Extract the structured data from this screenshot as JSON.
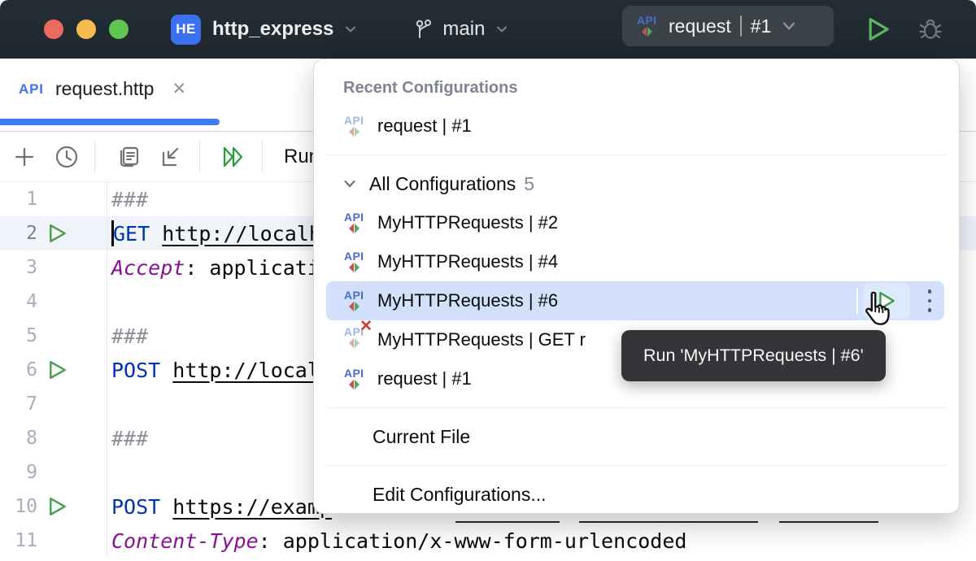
{
  "titlebar": {
    "project_badge": "HE",
    "project_name": "http_express",
    "branch_name": "main",
    "run_config": {
      "name": "request",
      "number": "#1"
    }
  },
  "tabbar": {
    "tab": {
      "label": "request.http",
      "close_glyph": "✕"
    }
  },
  "toolbar": {
    "run_with_label": "Run w"
  },
  "editor": {
    "line_numbers": [
      "1",
      "2",
      "3",
      "4",
      "5",
      "6",
      "7",
      "8",
      "9",
      "10",
      "11"
    ],
    "l1": {
      "comment": "###"
    },
    "l2": {
      "method": "GET",
      "space": " ",
      "url": "http://localh"
    },
    "l3": {
      "header": "Accept",
      "rest": ": applicati"
    },
    "l5": {
      "comment": "###"
    },
    "l6": {
      "method": "POST",
      "space": " ",
      "url": "http://local"
    },
    "l8": {
      "comment": "###"
    },
    "l10": {
      "method": "POST",
      "space": " ",
      "url": "https://examp"
    },
    "l11": {
      "header": "Content-Type",
      "rest": ": application/x-www-form-urlencoded"
    }
  },
  "popup": {
    "header": "Recent Configurations",
    "recent_item": {
      "label": "request | #1"
    },
    "all_header": {
      "label": "All Configurations",
      "count": "5"
    },
    "items": [
      {
        "label": "MyHTTPRequests | #2"
      },
      {
        "label": "MyHTTPRequests | #4"
      },
      {
        "label": "MyHTTPRequests | #6"
      },
      {
        "label": "MyHTTPRequests | GET r"
      },
      {
        "label": "request | #1"
      }
    ],
    "invalid_badge": "✕",
    "current_file": "Current File",
    "edit_configurations": "Edit Configurations..."
  },
  "tooltip": {
    "text": "Run 'MyHTTPRequests | #6'"
  },
  "colors": {
    "accent_blue": "#3d7bf4",
    "selection_blue": "#d2e0fc",
    "run_green": "#5cb85f",
    "keyword_blue": "#0033b3",
    "header_purple": "#871094",
    "error_red": "#d03a37"
  }
}
